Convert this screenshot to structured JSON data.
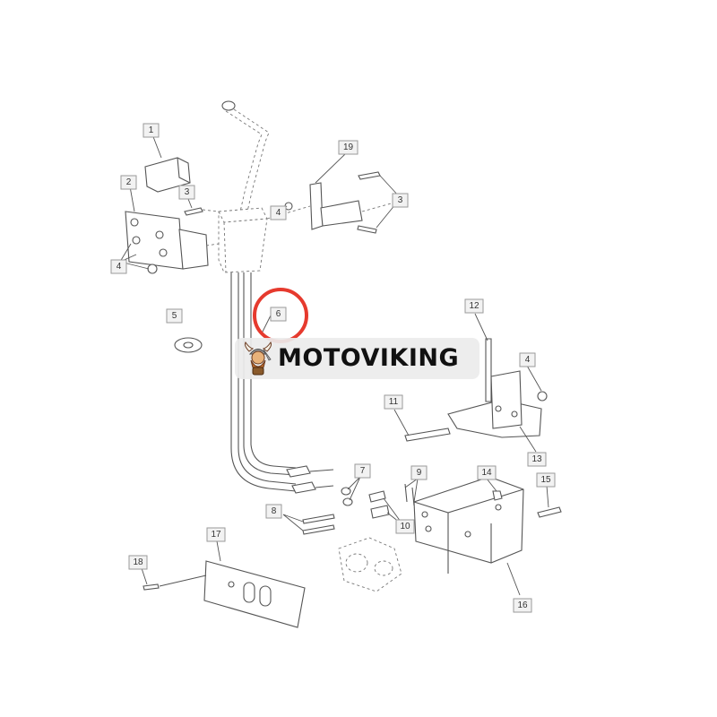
{
  "diagram": {
    "callouts": [
      "1",
      "2",
      "3",
      "3",
      "4",
      "4",
      "4",
      "5",
      "6",
      "7",
      "8",
      "9",
      "10",
      "11",
      "12",
      "13",
      "14",
      "15",
      "16",
      "17",
      "18",
      "19"
    ],
    "highlight_color": "#e63a2e",
    "line_color": "#555555"
  },
  "watermark": {
    "brand": "MOTOVIKING",
    "logo_icon": "viking-mascot-icon"
  }
}
